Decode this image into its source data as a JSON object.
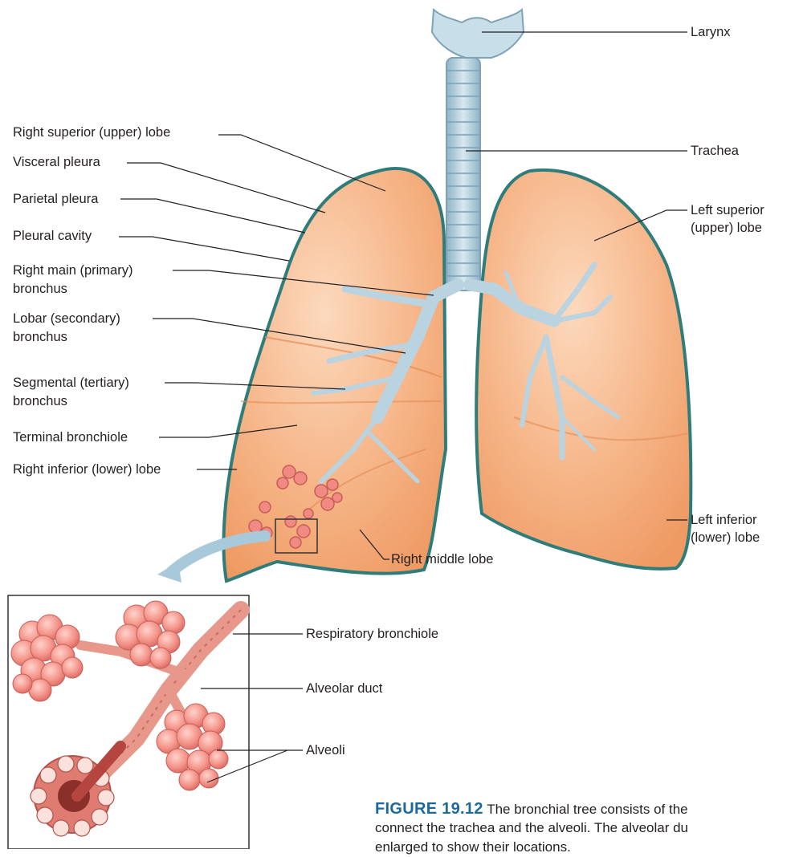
{
  "labels": {
    "larynx": "Larynx",
    "trachea": "Trachea",
    "left_superior_1": "Left superior",
    "left_superior_2": "(upper) lobe",
    "left_inferior_1": "Left inferior",
    "left_inferior_2": "(lower) lobe",
    "right_superior": "Right superior (upper) lobe",
    "visceral_pleura": "Visceral pleura",
    "parietal_pleura": "Parietal pleura",
    "pleural_cavity": "Pleural cavity",
    "right_main_1": "Right main (primary)",
    "right_main_2": "bronchus",
    "lobar_1": "Lobar (secondary)",
    "lobar_2": "bronchus",
    "segmental_1": "Segmental (tertiary)",
    "segmental_2": "bronchus",
    "terminal_bronchiole": "Terminal bronchiole",
    "right_inferior": "Right inferior (lower) lobe",
    "right_middle": "Right middle lobe",
    "respiratory_bronchiole": "Respiratory bronchiole",
    "alveolar_duct": "Alveolar duct",
    "alveoli": "Alveoli"
  },
  "caption": {
    "number": "FIGURE 19.12",
    "line1": "The bronchial tree consists of the",
    "line2": "connect the trachea and the alveoli. The alveolar du",
    "line3": "enlarged to show their locations."
  },
  "colors": {
    "lung_fill": "#f3a877",
    "lung_outline": "#2f7d7a",
    "airway": "#b9d3e0",
    "alveoli": "#f08a82",
    "caption_accent": "#1c6a99"
  }
}
